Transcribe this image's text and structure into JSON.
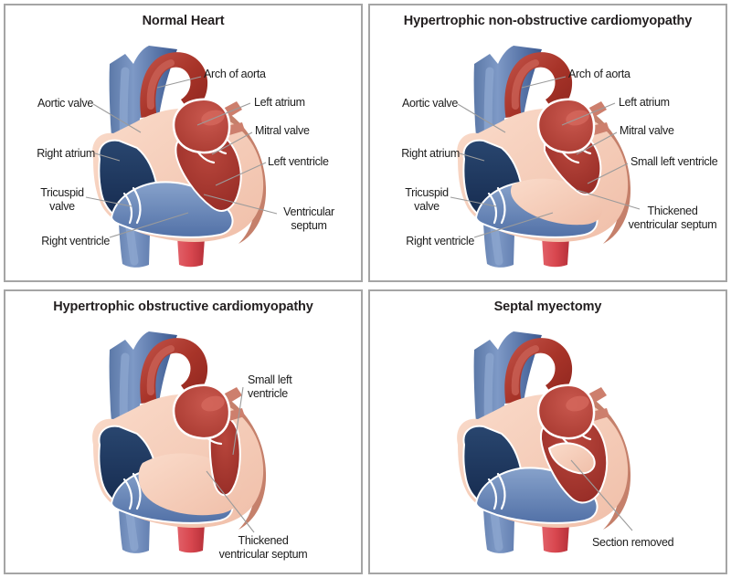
{
  "diagram": {
    "type": "medical-anatomy-comparison",
    "subject": "Heart cross-sections: normal vs hypertrophic cardiomyopathy and septal myectomy"
  },
  "colors": {
    "panel_border": "#a5a5a5",
    "leader_line": "#9b9b9b",
    "label_text": "#1c1c1c",
    "title_text": "#231f20",
    "vein_blue": "#5b79a9",
    "right_atrium_navy": "#1d3a68",
    "right_ventricle_blue": "#5d7cb0",
    "aortic_arch_dark_red": "#a83429",
    "aortic_valve_bright_red": "#e8111a",
    "left_heart_red": "#a93a31",
    "heart_wall_peach": "#f5cab6",
    "outer_wall_tan": "#c5806b",
    "descending_aorta_red": "#cf3b43"
  },
  "panels": [
    {
      "title": "Normal Heart",
      "labels": [
        {
          "id": "arch-of-aorta",
          "text": "Arch of aorta"
        },
        {
          "id": "aortic-valve",
          "text": "Aortic valve"
        },
        {
          "id": "left-atrium",
          "text": "Left atrium"
        },
        {
          "id": "mitral-valve",
          "text": "Mitral valve"
        },
        {
          "id": "right-atrium",
          "text": "Right atrium"
        },
        {
          "id": "left-ventricle",
          "text": "Left ventricle"
        },
        {
          "id": "tricuspid-valve",
          "text": "Tricuspid\nvalve"
        },
        {
          "id": "ventricular-septum",
          "text": "Ventricular\nseptum"
        },
        {
          "id": "right-ventricle",
          "text": "Right ventricle"
        }
      ]
    },
    {
      "title": "Hypertrophic non-obstructive cardiomyopathy",
      "labels": [
        {
          "id": "arch-of-aorta",
          "text": "Arch of aorta"
        },
        {
          "id": "aortic-valve",
          "text": "Aortic valve"
        },
        {
          "id": "left-atrium",
          "text": "Left atrium"
        },
        {
          "id": "mitral-valve",
          "text": "Mitral valve"
        },
        {
          "id": "right-atrium",
          "text": "Right atrium"
        },
        {
          "id": "small-left-ventricle",
          "text": "Small left ventricle"
        },
        {
          "id": "tricuspid-valve",
          "text": "Tricuspid\nvalve"
        },
        {
          "id": "thickened-ventricular-septum",
          "text": "Thickened\nventricular septum"
        },
        {
          "id": "right-ventricle",
          "text": "Right ventricle"
        }
      ]
    },
    {
      "title": "Hypertrophic obstructive cardiomyopathy",
      "labels": [
        {
          "id": "small-left-ventricle",
          "text": "Small left\nventricle"
        },
        {
          "id": "thickened-ventricular-septum",
          "text": "Thickened\nventricular septum"
        }
      ]
    },
    {
      "title": "Septal myectomy",
      "labels": [
        {
          "id": "section-removed",
          "text": "Section removed"
        }
      ]
    }
  ]
}
